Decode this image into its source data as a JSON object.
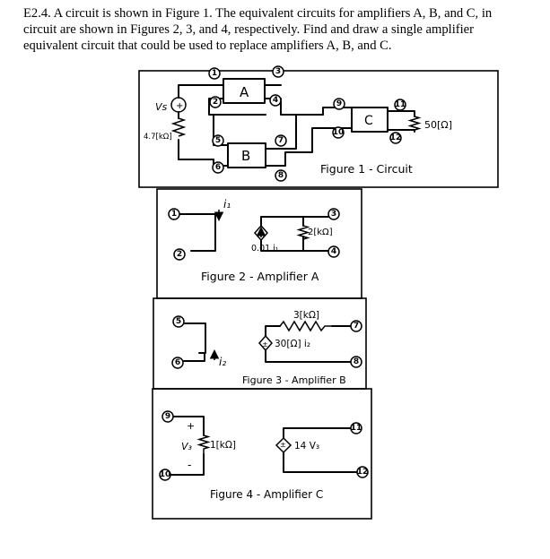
{
  "problem": {
    "lines": [
      "E2.4.  A circuit is shown in Figure 1.  The equivalent circuits for amplifiers A, B, and C, in",
      "circuit are shown in Figures 2, 3, and 4, respectively.  Find and draw a single amplifier",
      "equivalent circuit that could be used to replace amplifiers A, B, and C."
    ]
  },
  "figure1": {
    "caption": "Figure 1 - Circuit",
    "source_label": "Vs",
    "source_res": "4.7[kΩ]",
    "amp_a": "A",
    "amp_b": "B",
    "amp_c": "C",
    "load_res": "50[Ω]",
    "nodes": [
      "1",
      "2",
      "3",
      "4",
      "5",
      "6",
      "7",
      "8",
      "9",
      "10",
      "11",
      "12"
    ]
  },
  "figure2": {
    "caption": "Figure 2 - Amplifier A",
    "current_label": "i₁",
    "source_label": "0.01 i₁",
    "res_label": "2[kΩ]",
    "nodes": [
      "1",
      "2",
      "3",
      "4"
    ]
  },
  "figure3": {
    "caption": "Figure 3 - Amplifier B",
    "current_label": "i₂",
    "source_label": "30[Ω] i₂",
    "res_label": "3[kΩ]",
    "nodes": [
      "5",
      "6",
      "7",
      "8"
    ]
  },
  "figure4": {
    "caption": "Figure 4 - Amplifier C",
    "voltage_label": "V₃",
    "plus": "+",
    "minus": "-",
    "res_label": "1[kΩ]",
    "source_label": "14 V₃",
    "nodes": [
      "9",
      "10",
      "11",
      "12"
    ]
  }
}
